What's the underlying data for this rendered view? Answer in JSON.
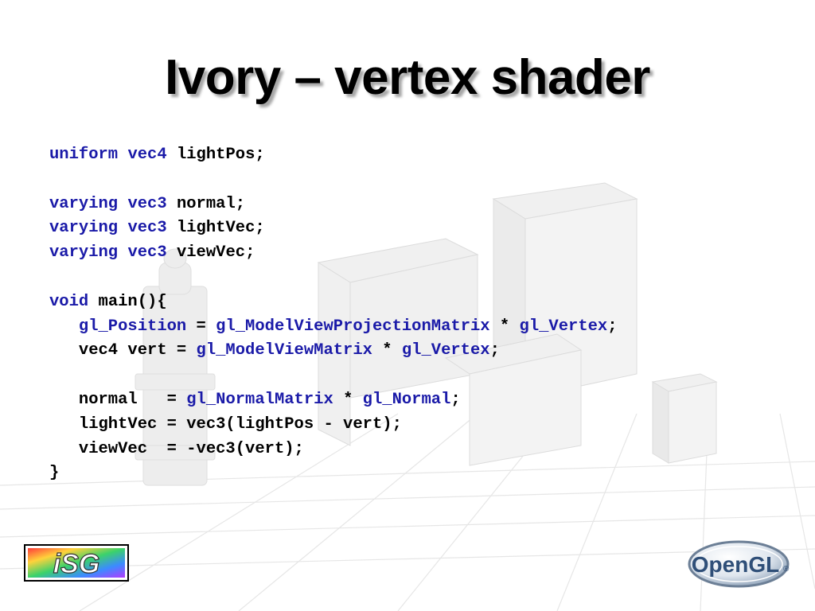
{
  "slide": {
    "title": "Ivory – vertex shader"
  },
  "code_lines": [
    [
      {
        "t": "uniform",
        "k": 1
      },
      {
        "t": " "
      },
      {
        "t": "vec4",
        "k": 1
      },
      {
        "t": " lightPos;"
      }
    ],
    [],
    [
      {
        "t": "varying",
        "k": 1
      },
      {
        "t": " "
      },
      {
        "t": "vec3",
        "k": 1
      },
      {
        "t": " normal;"
      }
    ],
    [
      {
        "t": "varying",
        "k": 1
      },
      {
        "t": " "
      },
      {
        "t": "vec3",
        "k": 1
      },
      {
        "t": " lightVec;"
      }
    ],
    [
      {
        "t": "varying",
        "k": 1
      },
      {
        "t": " "
      },
      {
        "t": "vec3",
        "k": 1
      },
      {
        "t": " viewVec;"
      }
    ],
    [],
    [
      {
        "t": "void",
        "k": 1
      },
      {
        "t": " main(){"
      }
    ],
    [
      {
        "t": "   "
      },
      {
        "t": "gl_Position",
        "k": 1
      },
      {
        "t": " = "
      },
      {
        "t": "gl_ModelViewProjectionMatrix",
        "k": 1
      },
      {
        "t": " * "
      },
      {
        "t": "gl_Vertex",
        "k": 1
      },
      {
        "t": ";"
      }
    ],
    [
      {
        "t": "   vec4 vert = "
      },
      {
        "t": "gl_ModelViewMatrix",
        "k": 1
      },
      {
        "t": " * "
      },
      {
        "t": "gl_Vertex",
        "k": 1
      },
      {
        "t": ";"
      }
    ],
    [],
    [
      {
        "t": "   normal   = "
      },
      {
        "t": "gl_NormalMatrix",
        "k": 1
      },
      {
        "t": " * "
      },
      {
        "t": "gl_Normal",
        "k": 1
      },
      {
        "t": ";"
      }
    ],
    [
      {
        "t": "   lightVec = vec3(lightPos - vert);"
      }
    ],
    [
      {
        "t": "   viewVec  = -vec3(vert);"
      }
    ],
    [
      {
        "t": "}"
      }
    ]
  ],
  "logos": {
    "left": {
      "text": "iSG"
    },
    "right": {
      "text": "OpenGL",
      "mark": "®"
    }
  },
  "colors": {
    "keyword": "#1a1aa8",
    "text": "#000000"
  }
}
